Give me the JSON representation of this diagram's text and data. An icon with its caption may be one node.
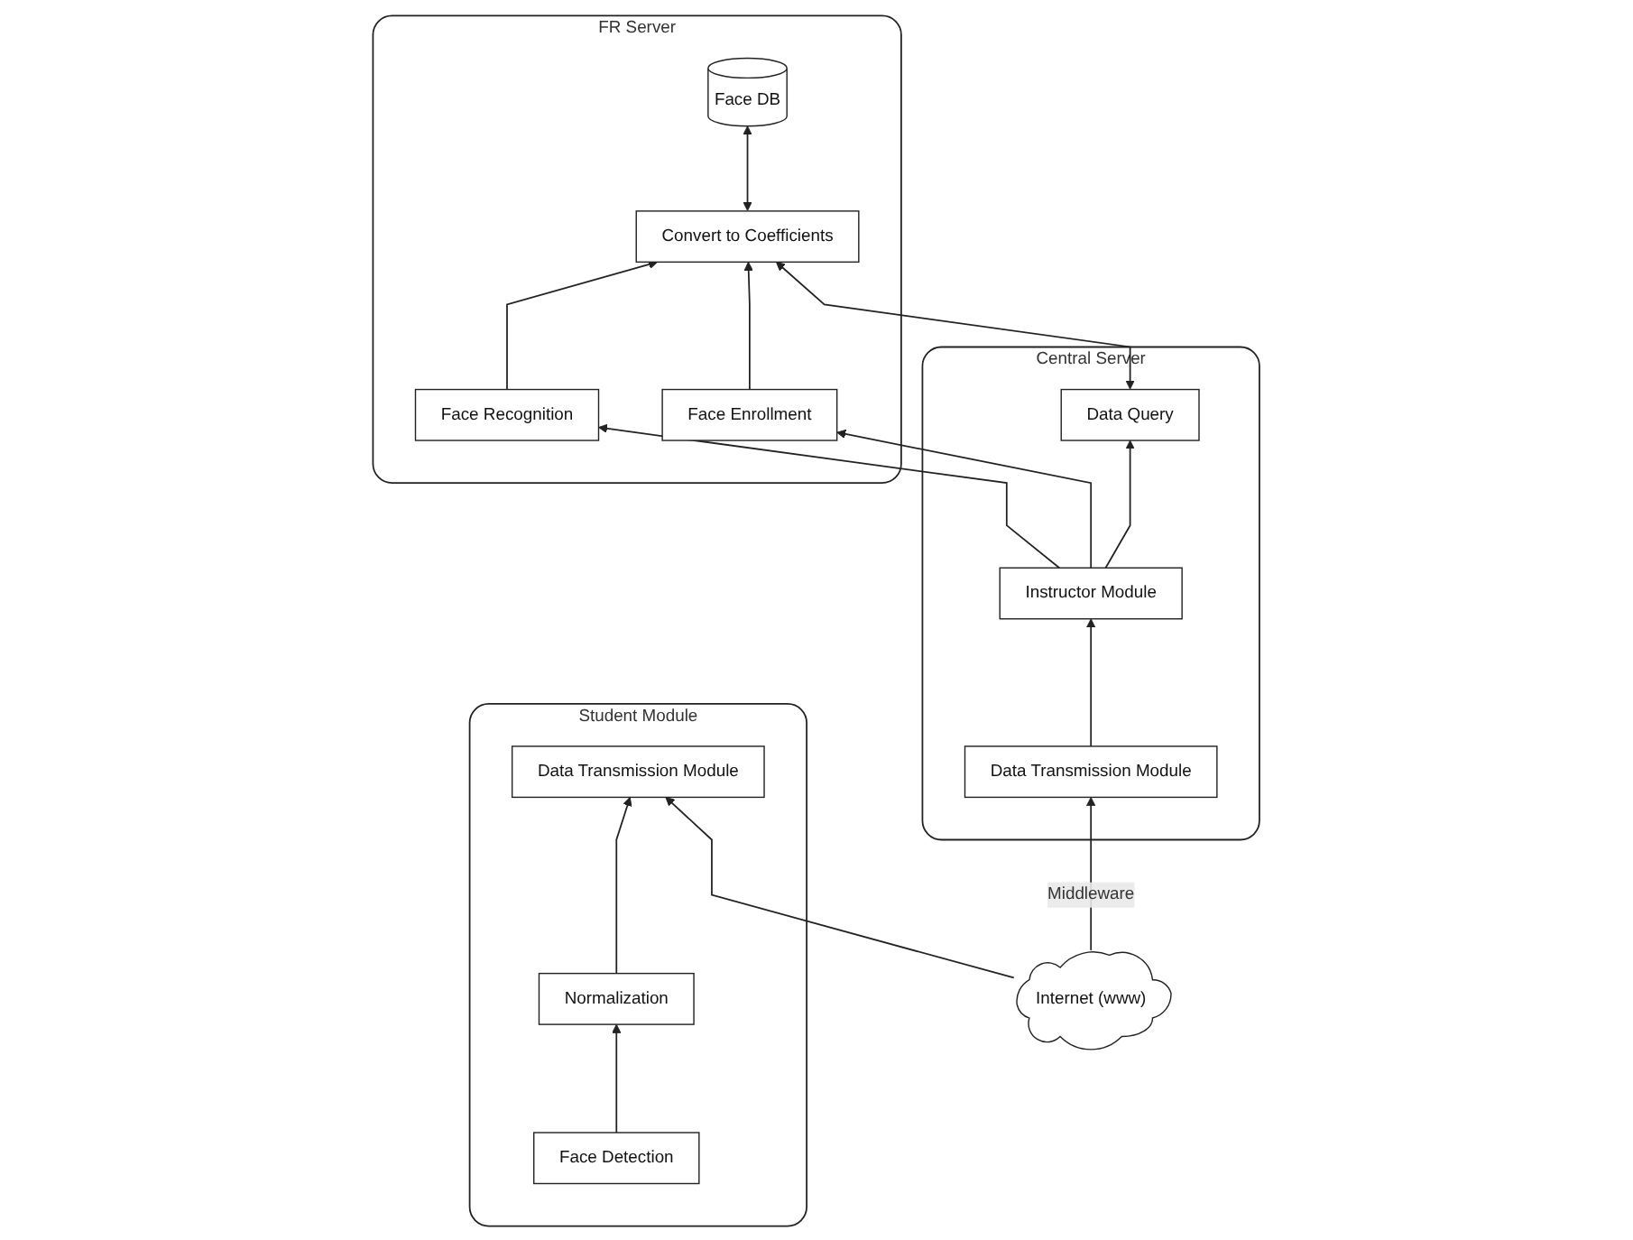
{
  "diagram": {
    "nodes": [
      {
        "text": [
          "Central Server"
        ]
      },
      {
        "text": [
          "Data Query"
        ],
        "in": 0
      },
      {
        "text": [
          "Instructor Module"
        ],
        "in": 0
      },
      {
        "text": [
          "Data Transmission Module"
        ],
        "in": 0
      },
      {
        "text": [
          "FR Server"
        ]
      },
      {
        "text": [
          "Convert to Coefficients"
        ],
        "in": 4
      },
      {
        "text": [
          "Face Enrollment"
        ],
        "in": 4
      },
      {
        "text": [
          "Face Recognition"
        ],
        "in": 4
      },
      {
        "text": [
          "Face DB"
        ],
        "in": 4
      },
      {
        "text": [
          "Internet (www)"
        ]
      },
      {
        "text": [
          "Student Module"
        ]
      },
      {
        "text": [
          "Data Transmission Module"
        ],
        "in": 10
      },
      {
        "text": [
          "Normalization"
        ],
        "in": 10
      },
      {
        "text": [
          "Face Detection"
        ],
        "in": 10
      }
    ],
    "edges": [
      {
        "from": 2,
        "to": 1,
        "arrow": "to"
      },
      {
        "from": 3,
        "to": 2,
        "arrow": "to"
      },
      {
        "from": 9,
        "to": 3,
        "arrow": "to",
        "label": "Middleware"
      },
      {
        "from": 1,
        "to": 5,
        "arrow": "both"
      },
      {
        "from": 6,
        "to": 5,
        "arrow": "to"
      },
      {
        "from": 7,
        "to": 5,
        "arrow": "to"
      },
      {
        "from": 5,
        "to": 8,
        "arrow": "both"
      },
      {
        "from": 2,
        "to": 6,
        "arrow": "to"
      },
      {
        "from": 2,
        "to": 7,
        "arrow": "to"
      },
      {
        "from": 9,
        "to": 11,
        "arrow": "to"
      },
      {
        "from": 12,
        "to": 11,
        "arrow": "to"
      },
      {
        "from": 13,
        "to": 12,
        "arrow": "to"
      }
    ]
  }
}
